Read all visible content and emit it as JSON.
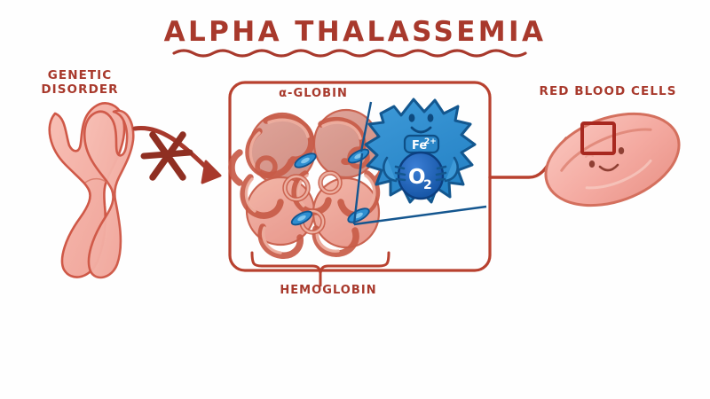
{
  "illustration": {
    "title": "ALPHA THALASSEMIA",
    "subject": "alpha-thalassemia-pathophysiology"
  },
  "labels": {
    "genetic_disorder": "GENETIC\nDISORDER",
    "alpha_globin": "α-GLOBIN",
    "hemoglobin": "HEMOGLOBIN",
    "red_blood_cells": "RED BLOOD CELLS"
  },
  "heme_character": {
    "iron_badge": "Fe",
    "iron_charge": "2+",
    "oxygen": "O",
    "oxygen_subscript": "2"
  },
  "colors": {
    "title_red": "#a8392c",
    "outline_red": "#b8412f",
    "chromosome_fill": "#f3a79d",
    "chromosome_stroke": "#cf5847",
    "globin_fill": "#efa394",
    "globin_stroke": "#c85c48",
    "heme_blue": "#2d8fd0",
    "heme_blue_dark": "#1565b0",
    "oxygen_blue": "#1b5fbe",
    "rbc_fill": "#f5aca4",
    "rbc_stroke": "#d4705e",
    "callout_blue": "#14568f",
    "background": "#ffffff"
  }
}
